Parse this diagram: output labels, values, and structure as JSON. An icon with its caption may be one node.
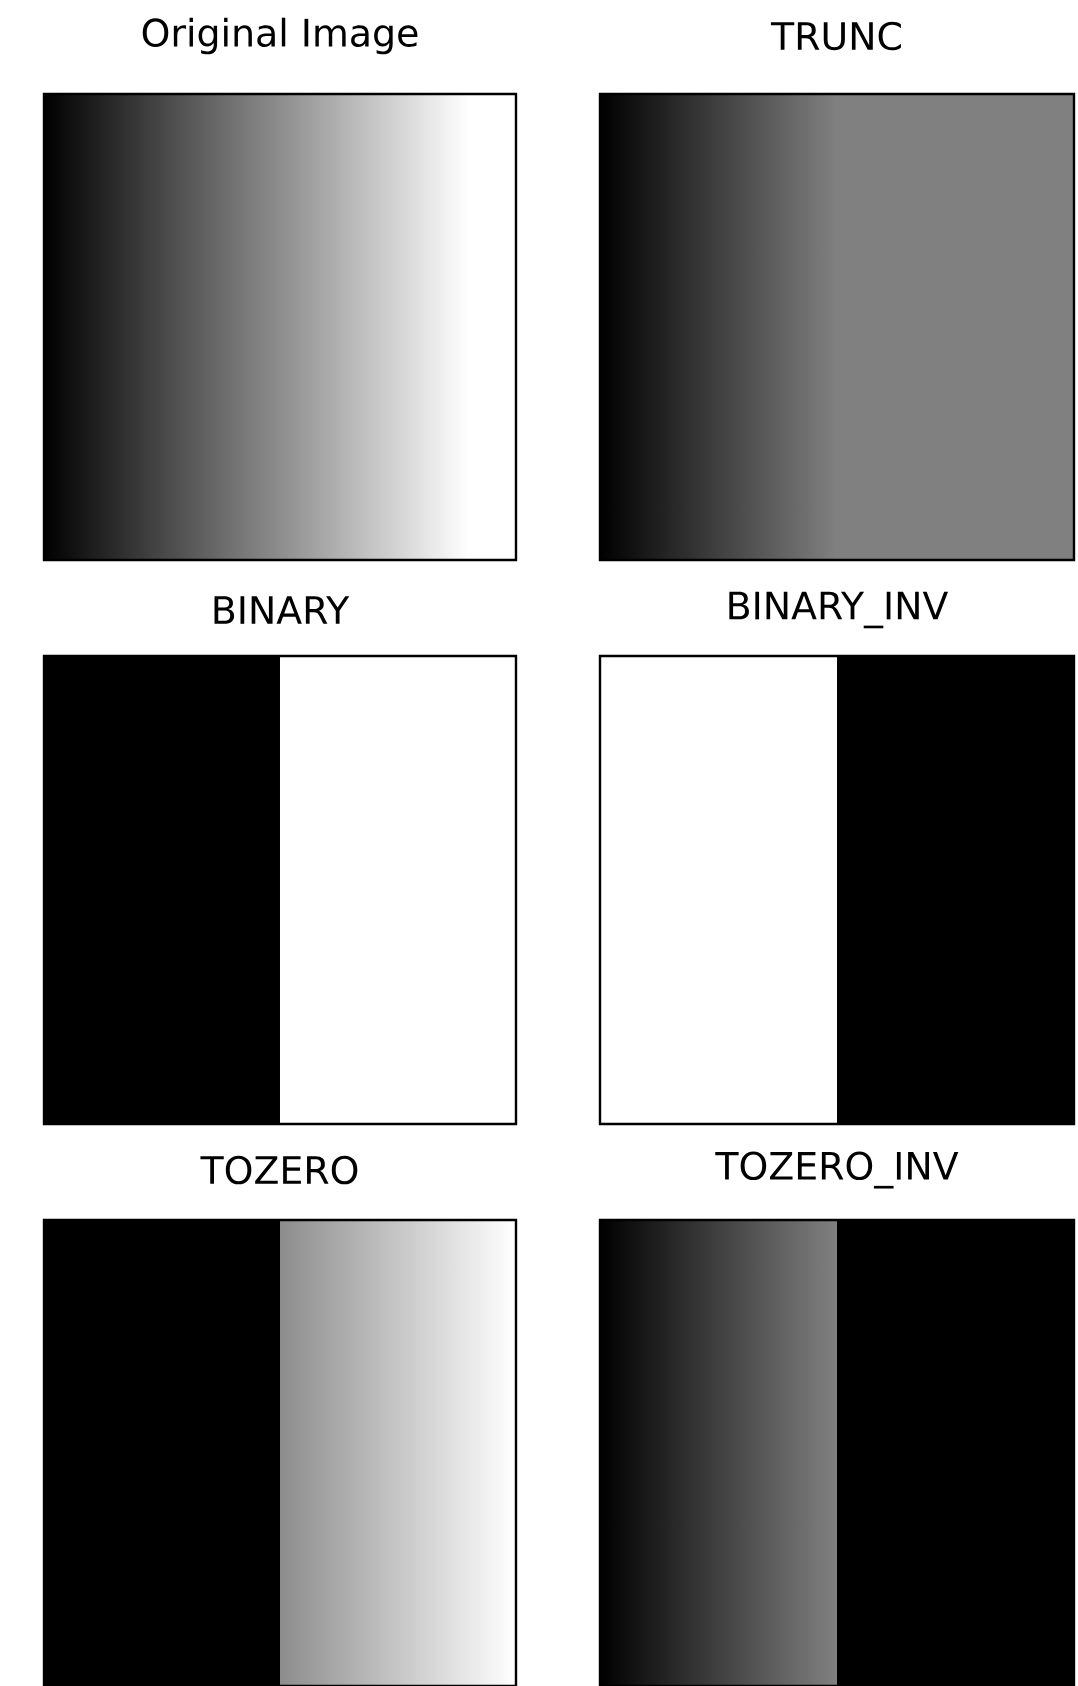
{
  "diagram": {
    "nodes": [
      {
        "text": [
          "Original Image"
        ]
      },
      {
        "text": [
          "TRUNC"
        ]
      },
      {
        "text": [
          "BINARY"
        ]
      },
      {
        "text": [
          "BINARY_INV"
        ]
      },
      {
        "text": [
          "TOZERO"
        ]
      },
      {
        "text": [
          "TOZERO_INV"
        ]
      }
    ]
  }
}
